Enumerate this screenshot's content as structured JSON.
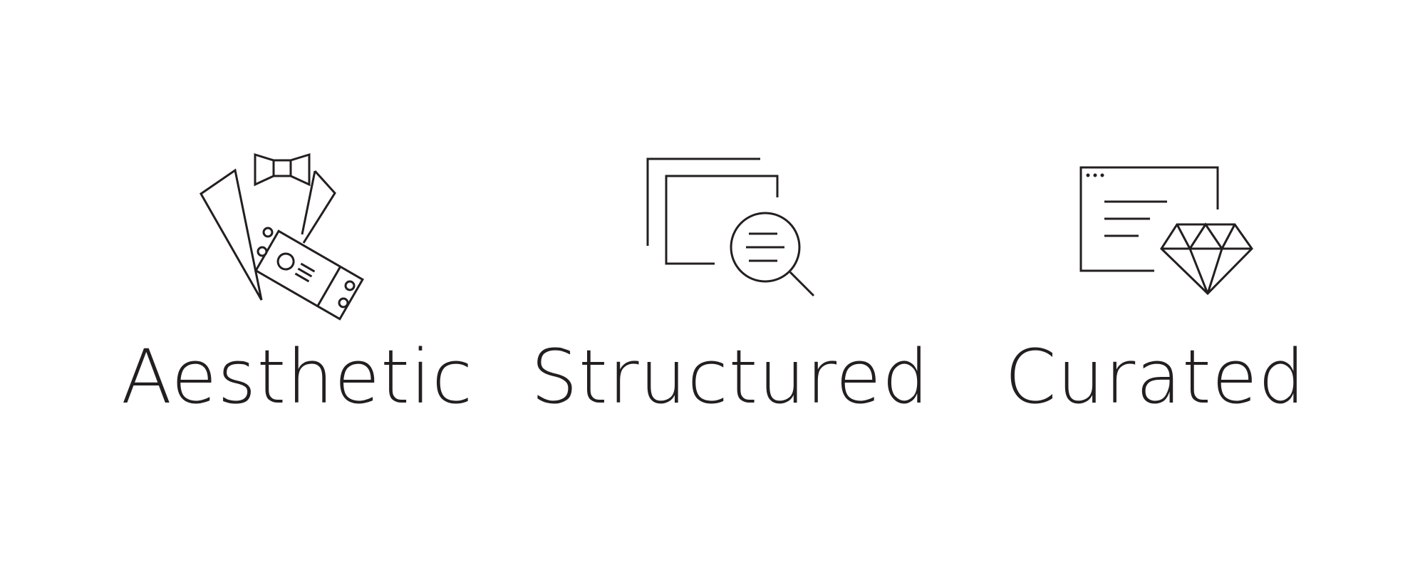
{
  "theme": {
    "background": "#ffffff",
    "line_color": "#231f20",
    "text_color": "#231f20"
  },
  "features": [
    {
      "label": "Aesthetic",
      "icon": "tuxedo-ticket-icon"
    },
    {
      "label": "Structured",
      "icon": "documents-magnifier-icon"
    },
    {
      "label": "Curated",
      "icon": "browser-diamond-icon"
    }
  ]
}
